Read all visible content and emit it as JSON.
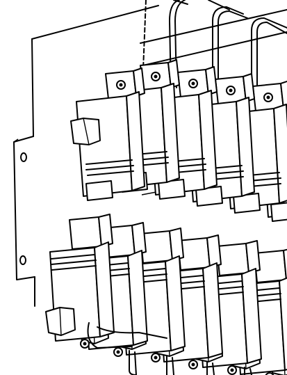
{
  "diagram": {
    "upper_row_count": 6,
    "lower_row_count": 7,
    "mount_hole_count": 2,
    "line_color": "#000000",
    "background_color": "#ffffff",
    "icons": [
      "fuse-holder-icon",
      "mounting-hole-icon",
      "wire-icon"
    ]
  }
}
